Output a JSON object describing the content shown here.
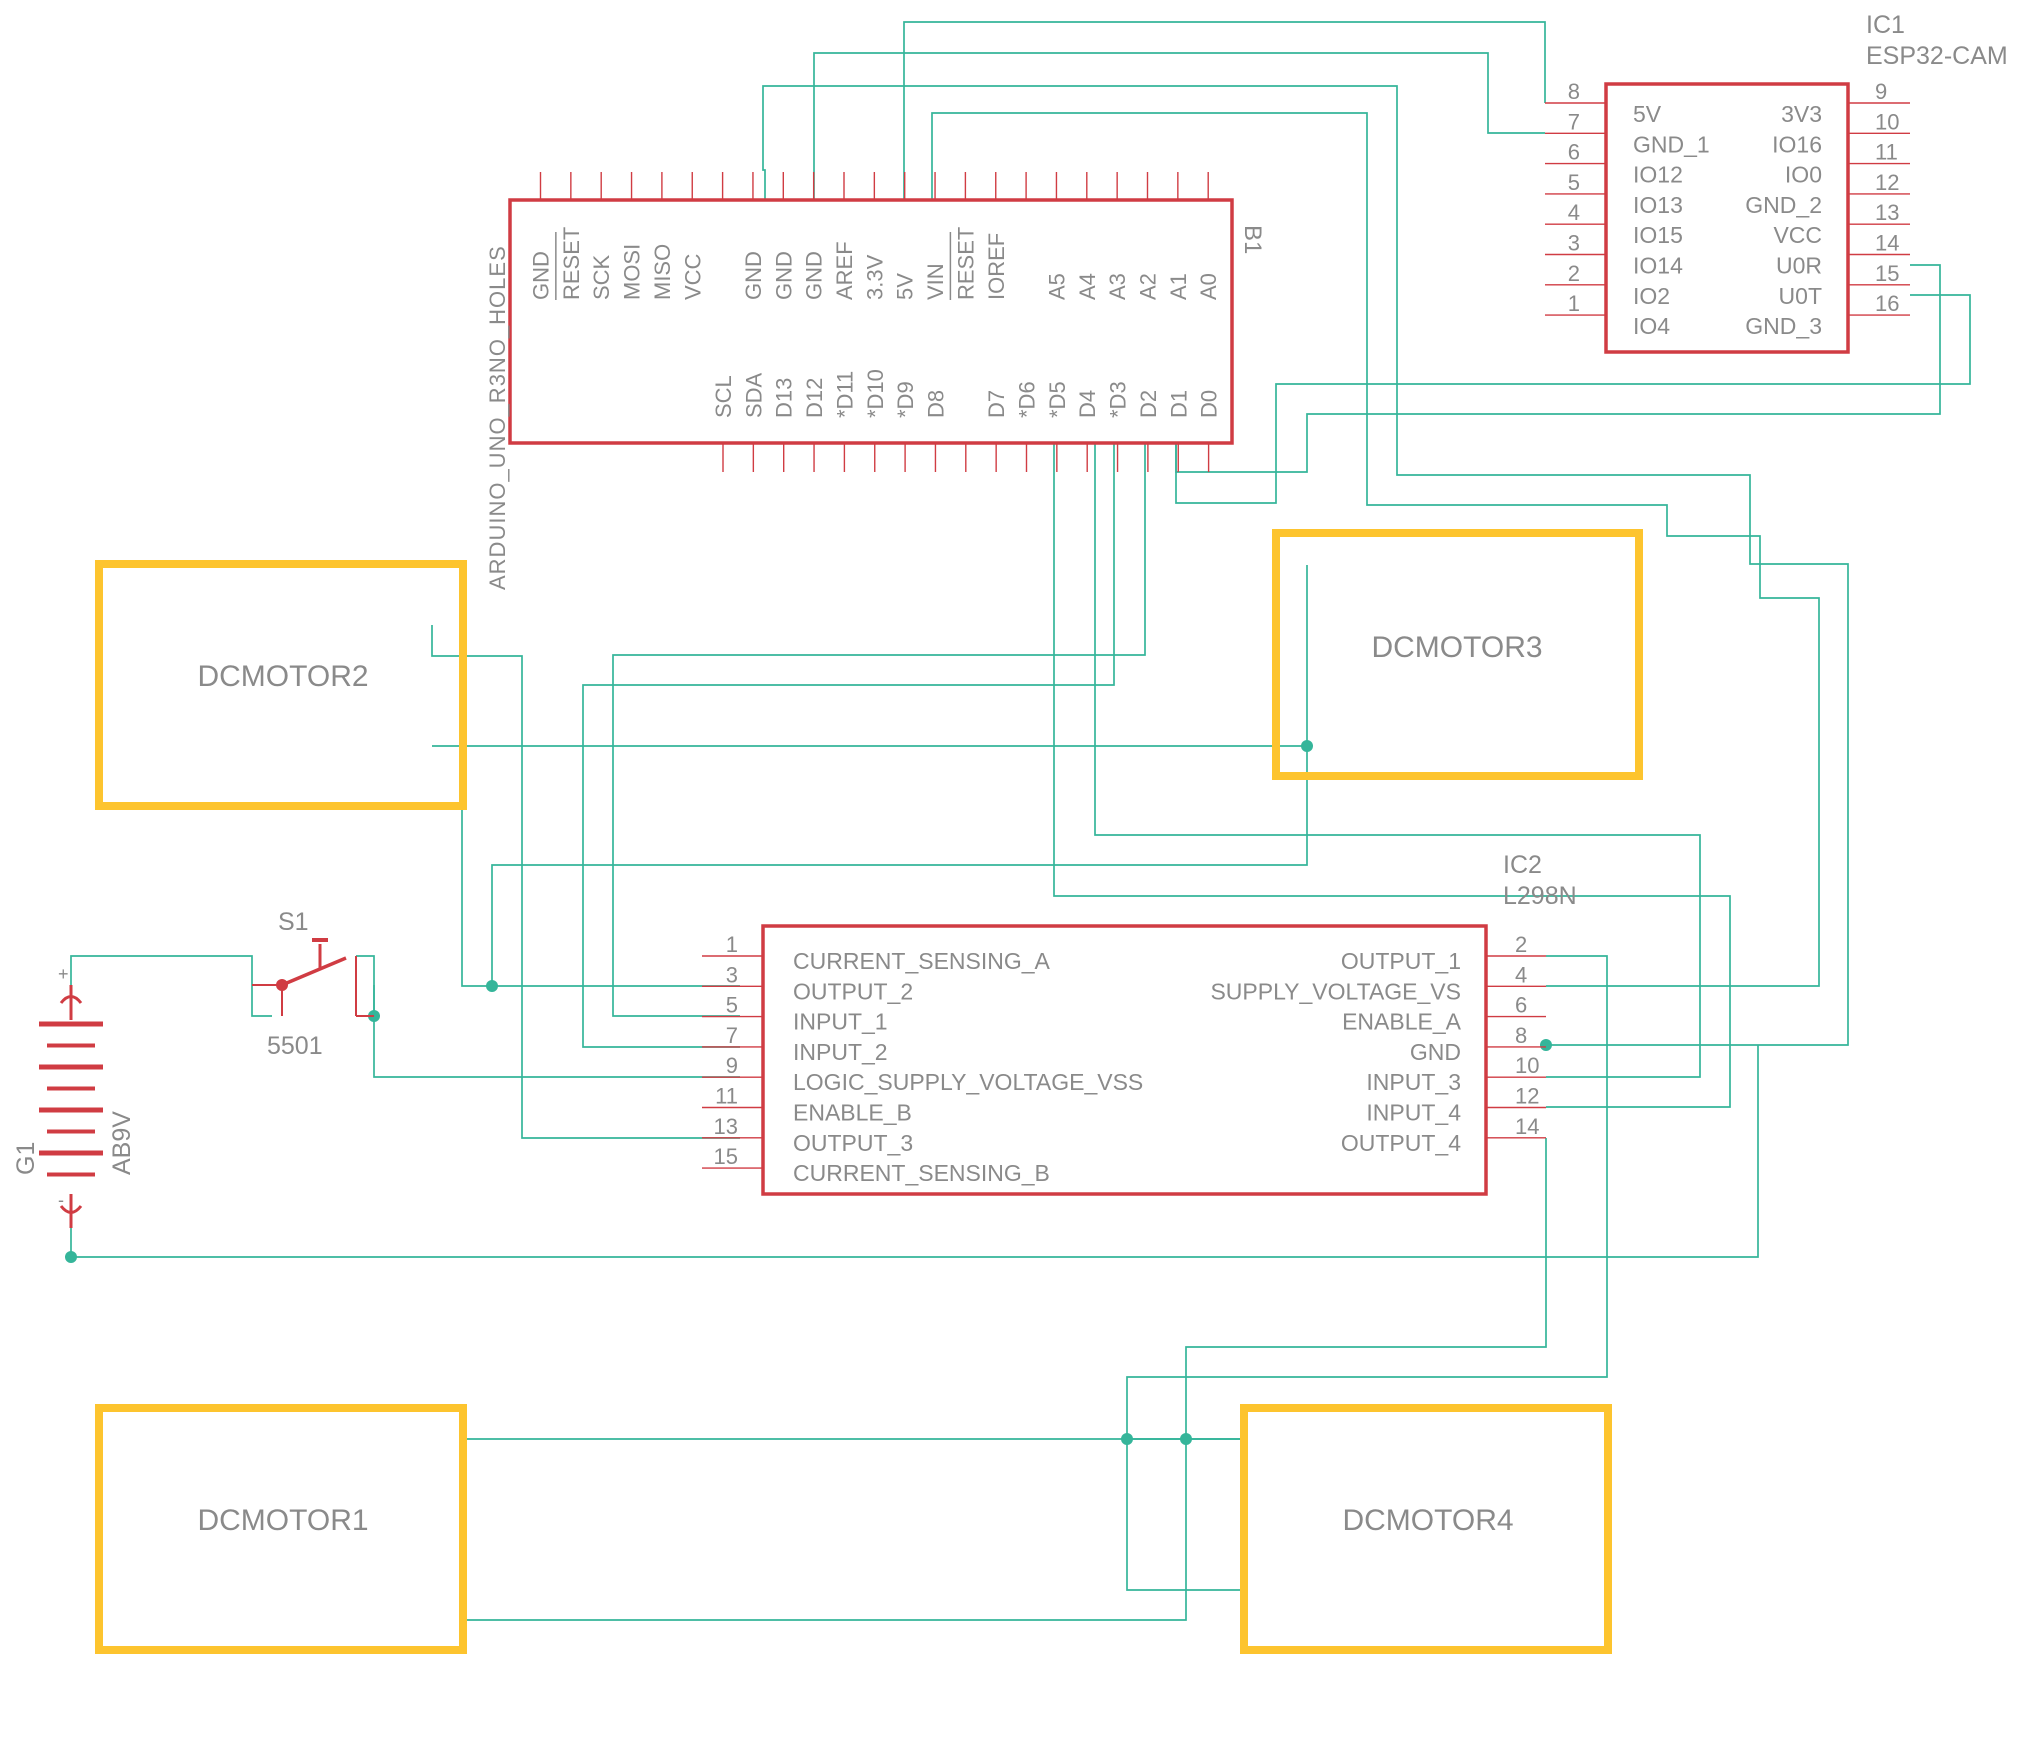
{
  "colors": {
    "part_outline": "#d03c43",
    "motor_outline": "#fdc42e",
    "wire": "#35b59a",
    "text": "#8a8a8a"
  },
  "ic1": {
    "ref": "IC1",
    "value": "ESP32-CAM",
    "pins_left": [
      {
        "num": "8",
        "name": "5V"
      },
      {
        "num": "7",
        "name": "GND_1"
      },
      {
        "num": "6",
        "name": "IO12"
      },
      {
        "num": "5",
        "name": "IO13"
      },
      {
        "num": "4",
        "name": "IO15"
      },
      {
        "num": "3",
        "name": "IO14"
      },
      {
        "num": "2",
        "name": "IO2"
      },
      {
        "num": "1",
        "name": "IO4"
      }
    ],
    "pins_right": [
      {
        "num": "9",
        "name": "3V3"
      },
      {
        "num": "10",
        "name": "IO16"
      },
      {
        "num": "11",
        "name": "IO0"
      },
      {
        "num": "12",
        "name": "GND_2"
      },
      {
        "num": "13",
        "name": "VCC"
      },
      {
        "num": "14",
        "name": "U0R"
      },
      {
        "num": "15",
        "name": "U0T"
      },
      {
        "num": "16",
        "name": "GND_3"
      }
    ]
  },
  "b1": {
    "ref": "B1",
    "value": "ARDUINO_UNO_R3NO_HOLES",
    "top_pins": [
      "GND",
      "RESET",
      "SCK",
      "MOSI",
      "MISO",
      "VCC",
      "GND",
      "GND",
      "GND",
      "AREF",
      "3.3V",
      "5V",
      "VIN",
      "RESET",
      "IOREF",
      "A5",
      "A4",
      "A3",
      "A2",
      "A1",
      "A0"
    ],
    "bottom_pins": [
      "SCL",
      "SDA",
      "D13",
      "D12",
      "*D11",
      "*D10",
      "*D9",
      "D8",
      "D7",
      "*D6",
      "*D5",
      "D4",
      "*D3",
      "D2",
      "D1",
      "D0"
    ]
  },
  "ic2": {
    "ref": "IC2",
    "value": "L298N",
    "pins_left": [
      {
        "num": "1",
        "name": "CURRENT_SENSING_A"
      },
      {
        "num": "3",
        "name": "OUTPUT_2"
      },
      {
        "num": "5",
        "name": "INPUT_1"
      },
      {
        "num": "7",
        "name": "INPUT_2"
      },
      {
        "num": "9",
        "name": "LOGIC_SUPPLY_VOLTAGE_VSS"
      },
      {
        "num": "11",
        "name": "ENABLE_B"
      },
      {
        "num": "13",
        "name": "OUTPUT_3"
      },
      {
        "num": "15",
        "name": "CURRENT_SENSING_B"
      }
    ],
    "pins_right": [
      {
        "num": "2",
        "name": "OUTPUT_1"
      },
      {
        "num": "4",
        "name": "SUPPLY_VOLTAGE_VS"
      },
      {
        "num": "6",
        "name": "ENABLE_A"
      },
      {
        "num": "8",
        "name": "GND"
      },
      {
        "num": "10",
        "name": "INPUT_3"
      },
      {
        "num": "12",
        "name": "INPUT_4"
      },
      {
        "num": "14",
        "name": "OUTPUT_4"
      }
    ]
  },
  "motors": [
    "DCMOTOR1",
    "DCMOTOR2",
    "DCMOTOR3",
    "DCMOTOR4"
  ],
  "switch": {
    "ref": "S1",
    "value": "5501"
  },
  "battery": {
    "ref": "G1",
    "value": "AB9V",
    "plus": "+",
    "minus": "-"
  }
}
